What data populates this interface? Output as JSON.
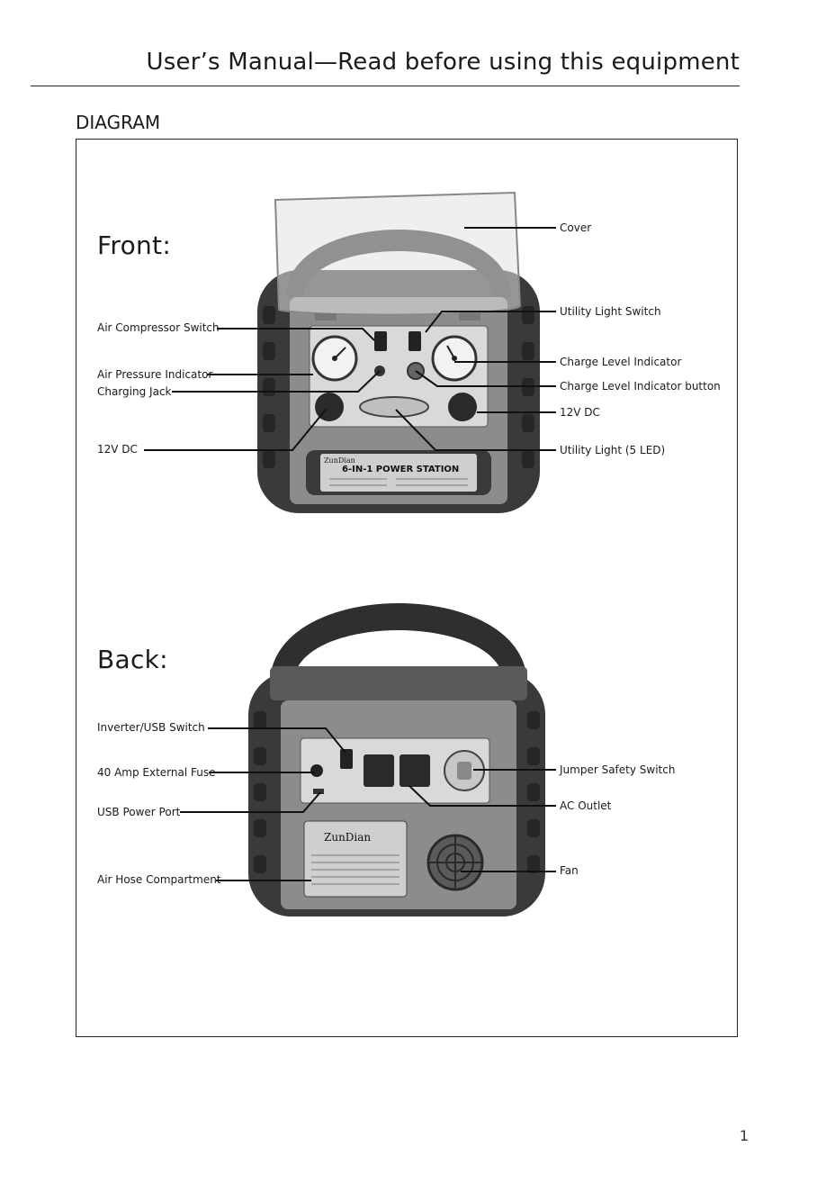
{
  "header": {
    "title": "User’s Manual—Read before using this equipment"
  },
  "section": {
    "title": "DIAGRAM"
  },
  "front": {
    "heading": "Front:",
    "labels": {
      "cover": "Cover",
      "utility_light_switch": "Utility Light Switch",
      "air_compressor_switch": "Air Compressor Switch",
      "charge_level_indicator": "Charge Level Indicator",
      "air_pressure_indicator": "Air Pressure Indicator",
      "charge_level_indicator_button": "Charge Level Indicator button",
      "charging_jack": "Charging Jack",
      "dc_right": "12V DC",
      "dc_left": "12V DC",
      "utility_light": "Utility Light (5 LED)"
    },
    "product_brand": "ZunDian",
    "product_name": "6-IN-1 POWER STATION"
  },
  "back": {
    "heading": "Back:",
    "labels": {
      "inverter_usb_switch": "Inverter/USB Switch",
      "jumper_safety_switch": "Jumper Safety Switch",
      "external_fuse": "40 Amp External Fuse",
      "ac_outlet": "AC Outlet",
      "usb_power_port": "USB Power Port",
      "fan": "Fan",
      "air_hose_compartment": "Air Hose Compartment"
    },
    "product_brand": "ZunDian"
  },
  "page": {
    "number": "1"
  },
  "colors": {
    "rubber": "#3a3a3a",
    "rubber_dark": "#262626",
    "panel": "#d9d9d9",
    "housing": "#8c8c8c",
    "cover": "#dfe2e4"
  }
}
